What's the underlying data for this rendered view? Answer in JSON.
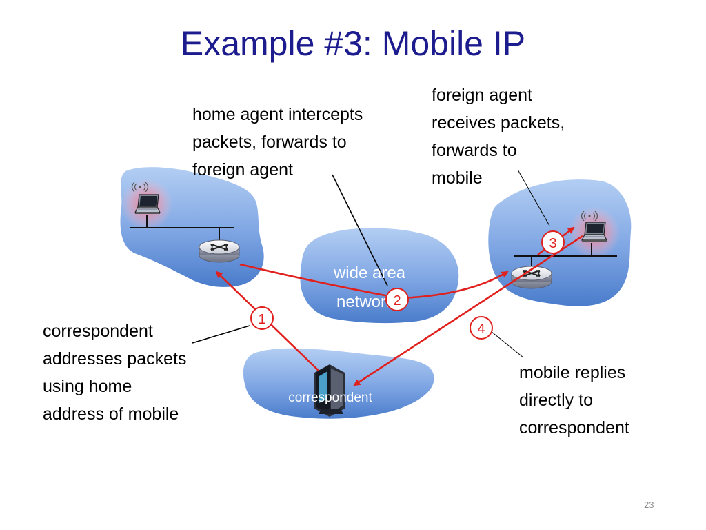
{
  "slide": {
    "title": "Example #3: Mobile IP",
    "page_number": "23"
  },
  "networks": {
    "wide_area_line1": "wide area",
    "wide_area_line2": "network",
    "correspondent_label": "correspondent"
  },
  "annotations": {
    "home_agent": [
      "home agent intercepts",
      "packets, forwards to",
      "foreign agent"
    ],
    "foreign_agent": [
      "foreign agent",
      "receives packets,",
      "forwards to",
      "mobile"
    ],
    "correspondent": [
      "correspondent",
      "addresses packets",
      "using home",
      "address of mobile"
    ],
    "mobile_reply": [
      "mobile replies",
      "directly to",
      "correspondent"
    ]
  },
  "steps": [
    "1",
    "2",
    "3",
    "4"
  ],
  "colors": {
    "title": "#1c1c8f",
    "arrow": "#e0201c",
    "cloud_top": "#a9c7f0",
    "cloud_bottom": "#4f80cc"
  },
  "icons": [
    "laptop-icon",
    "router-icon",
    "desktop-computer-icon",
    "wireless-signal-icon"
  ]
}
